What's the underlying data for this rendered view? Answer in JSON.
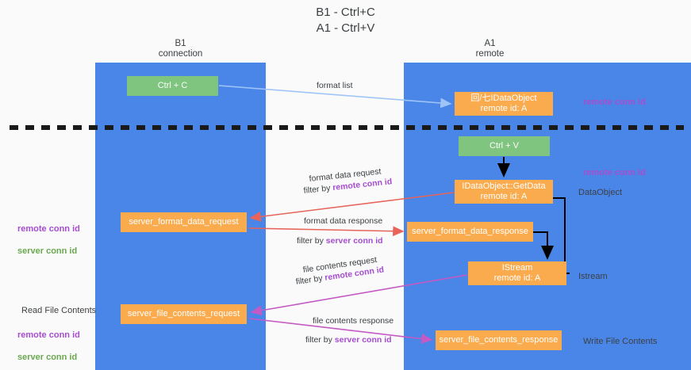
{
  "title": "B1 - Ctrl+C\nA1 - Ctrl+V",
  "lanes": [
    {
      "name": "b1",
      "heading": "B1\nconnection"
    },
    {
      "name": "a1",
      "heading": "A1\nremote"
    }
  ],
  "boxes": [
    {
      "id": "ctrlc",
      "label": "Ctrl + C",
      "color": "#7fc47f"
    },
    {
      "id": "idataobject",
      "label": "回/七IDataObject\nremote id: A",
      "color": "#f9ab4e"
    },
    {
      "id": "ctrlv",
      "label": "Ctrl + V",
      "color": "#7fc47f"
    },
    {
      "id": "getdata",
      "label": "IDataObject::GetData\nremote id: A",
      "color": "#f9ab4e"
    },
    {
      "id": "fmt_req",
      "label": "server_format_data_request",
      "color": "#f9ab4e"
    },
    {
      "id": "fmt_res",
      "label": "server_format_data_response",
      "color": "#f9ab4e"
    },
    {
      "id": "istream",
      "label": "IStream\nremote id: A",
      "color": "#f9ab4e"
    },
    {
      "id": "file_req",
      "label": "server_file_contents_request",
      "color": "#f9ab4e"
    },
    {
      "id": "file_res",
      "label": "server_file_contents_response",
      "color": "#f9ab4e"
    }
  ],
  "arrow_labels": {
    "format_list": "format list",
    "format_data_request": "format data request",
    "format_data_request_filter_prefix": "filter by ",
    "format_data_request_filter_value": "remote conn id",
    "format_data_response": "format data response",
    "format_data_response_filter_prefix": "filter by ",
    "format_data_response_filter_value": "server conn id",
    "file_contents_request": "file contents request",
    "file_contents_request_filter_prefix": "filter by ",
    "file_contents_request_filter_value": "remote conn id",
    "file_contents_response": "file contents response",
    "file_contents_response_filter_prefix": "filter by ",
    "file_contents_response_filter_value": "server conn id"
  },
  "notes": {
    "remote_conn_id_top": "remote conn id",
    "remote_conn_id_mid": "remote conn id",
    "dataobject": "DataObject",
    "istream": "Istream",
    "write_file_contents": "Write File Contents",
    "read_file_contents": "Read File Contents",
    "left_remote_conn_id": "remote conn id",
    "left_server_conn_id": "server conn id",
    "left_remote_conn_id_2": "remote conn id",
    "left_server_conn_id_2": "server conn id"
  },
  "colors": {
    "lane": "#4a86e8",
    "green_box": "#7fc47f",
    "orange_box": "#f9ab4e",
    "purple_text": "#a64dd0",
    "green_text": "#6aa84f",
    "red_arrow": "#e8645a",
    "magenta_arrow": "#c45ac4",
    "blue_arrow": "#9fc5f8",
    "black_arrow": "#000000",
    "divider": "#1a1a1a"
  }
}
